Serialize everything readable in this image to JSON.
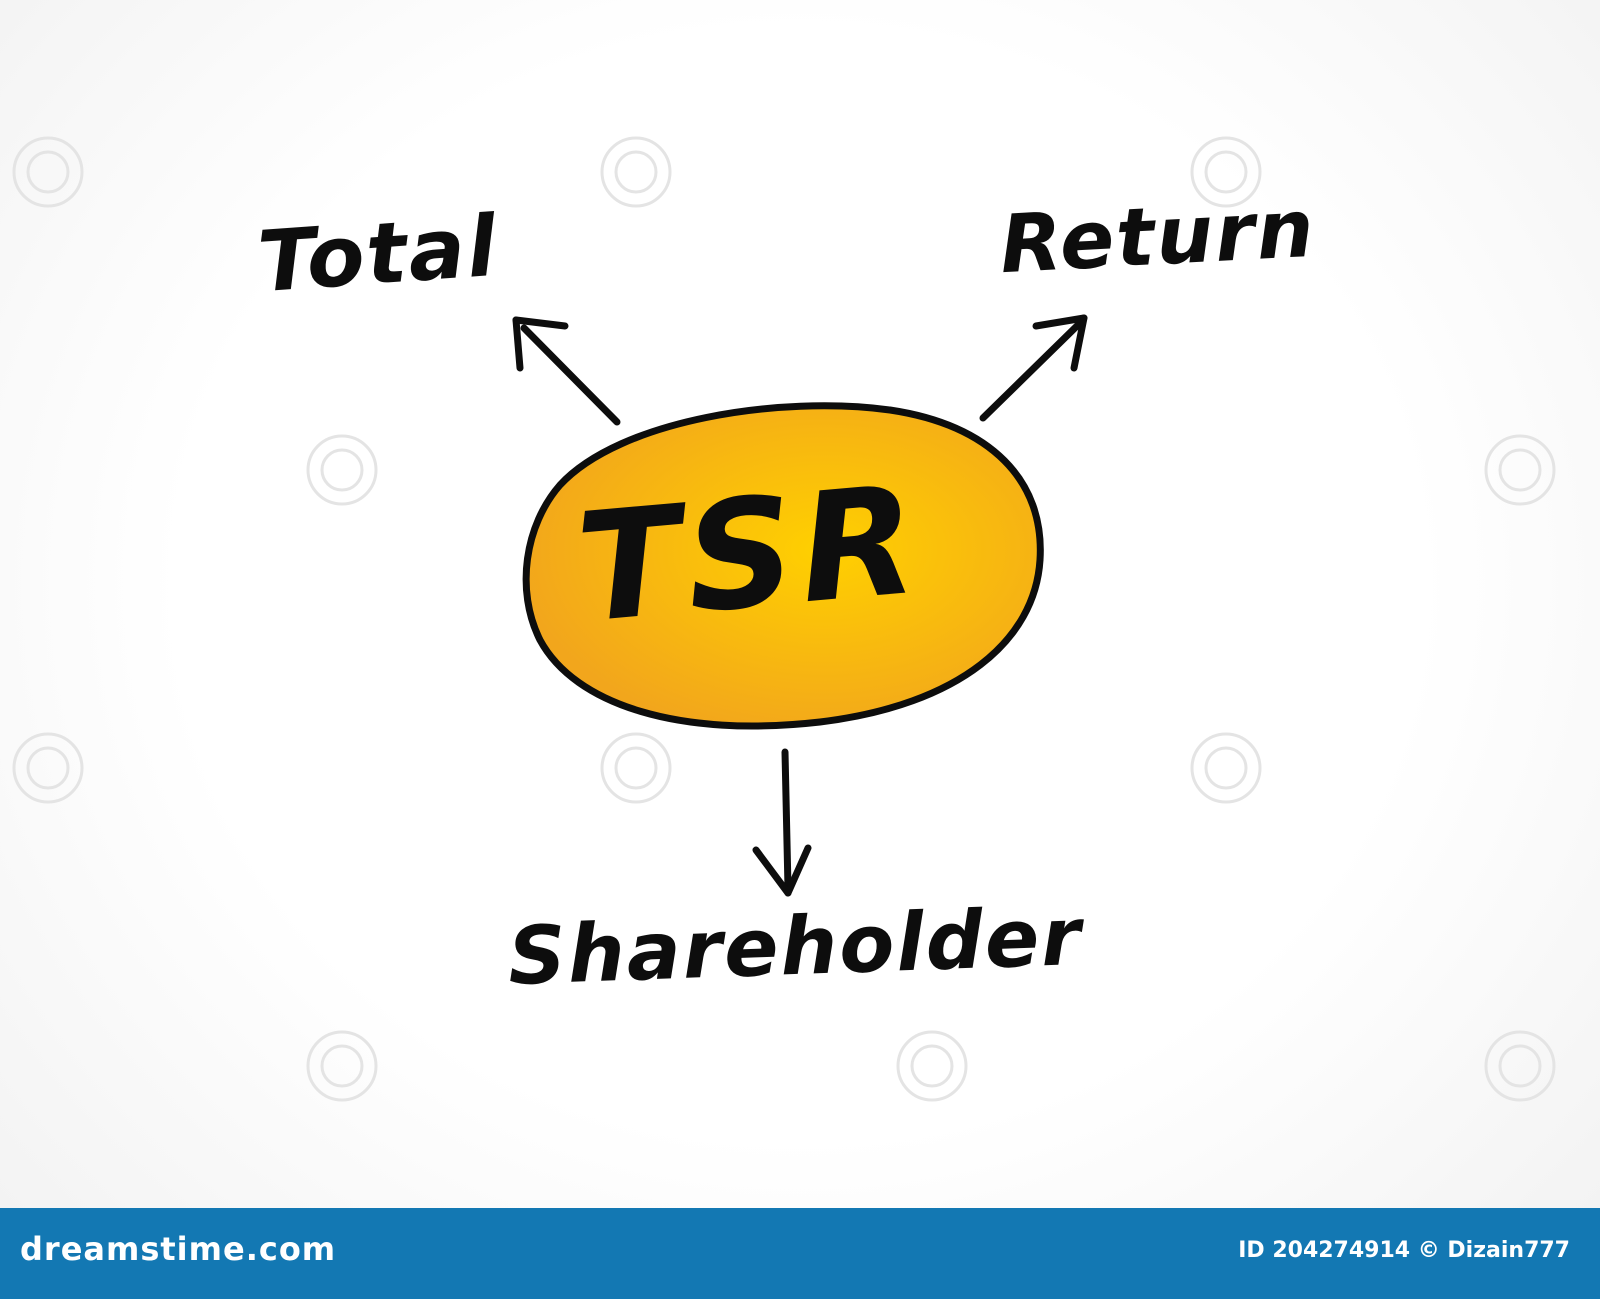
{
  "diagram": {
    "center": "TSR",
    "branches": [
      "Total",
      "Return",
      "Shareholder"
    ],
    "colors": {
      "center_fill_inner": "#ffd000",
      "center_fill_outer": "#f2a61c",
      "ink": "#0d0d0d"
    }
  },
  "footer": {
    "logo": "dreamstime.com",
    "id_text": "ID 204274914 © Dizain777",
    "background": "#1378b3"
  }
}
